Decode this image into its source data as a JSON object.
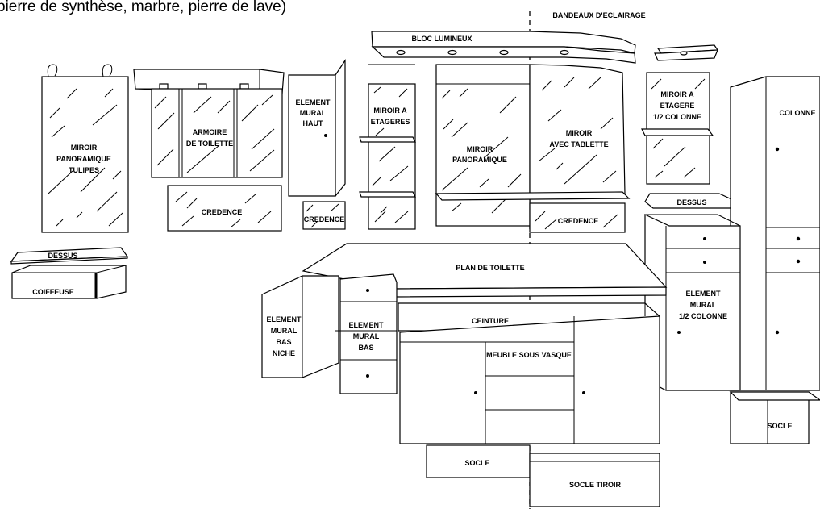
{
  "caption": "pierre de synthèse, marbre, pierre de lave)",
  "labels": {
    "bandeaux": "BANDEAUX D'ECLAIRAGE",
    "bloc_lumineux": "BLOC LUMINEUX",
    "colonne": "COLONNE",
    "miroir_panoramique_tulipes": [
      "MIROIR",
      "PANORAMIQUE",
      "TULIPES"
    ],
    "armoire": [
      "ARMOIRE",
      "DE TOILETTE"
    ],
    "element_mural_haut": [
      "ELEMENT",
      "MURAL",
      "HAUT"
    ],
    "miroir_etageres": [
      "MIROIR A",
      "ETAGERES"
    ],
    "miroir_panoramique": [
      "MIROIR",
      "PANORAMIQUE"
    ],
    "miroir_tablette": [
      "MIROIR",
      "AVEC TABLETTE"
    ],
    "miroir_etagere_demi": [
      "MIROIR A",
      "ETAGERE",
      "1/2 COLONNE"
    ],
    "credence_1": "CREDENCE",
    "credence_2": "CREDENCE",
    "credence_3": "CREDENCE",
    "dessus_1": "DESSUS",
    "dessus_2": "DESSUS",
    "coiffeuse": "COIFFEUSE",
    "plan_toilette": "PLAN DE TOILETTE",
    "element_mural_bas_niche": [
      "ELEMENT",
      "MURAL",
      "BAS",
      "NICHE"
    ],
    "element_mural_bas": [
      "ELEMENT",
      "MURAL",
      "BAS"
    ],
    "ceinture": "CEINTURE",
    "meuble_sous_vasque": "MEUBLE SOUS VASQUE",
    "element_mural_demi_colonne": [
      "ELEMENT",
      "MURAL",
      "1/2 COLONNE"
    ],
    "socle_1": "SOCLE",
    "socle_2": "SOCLE",
    "socle_tiroir": "SOCLE TIROIR"
  }
}
